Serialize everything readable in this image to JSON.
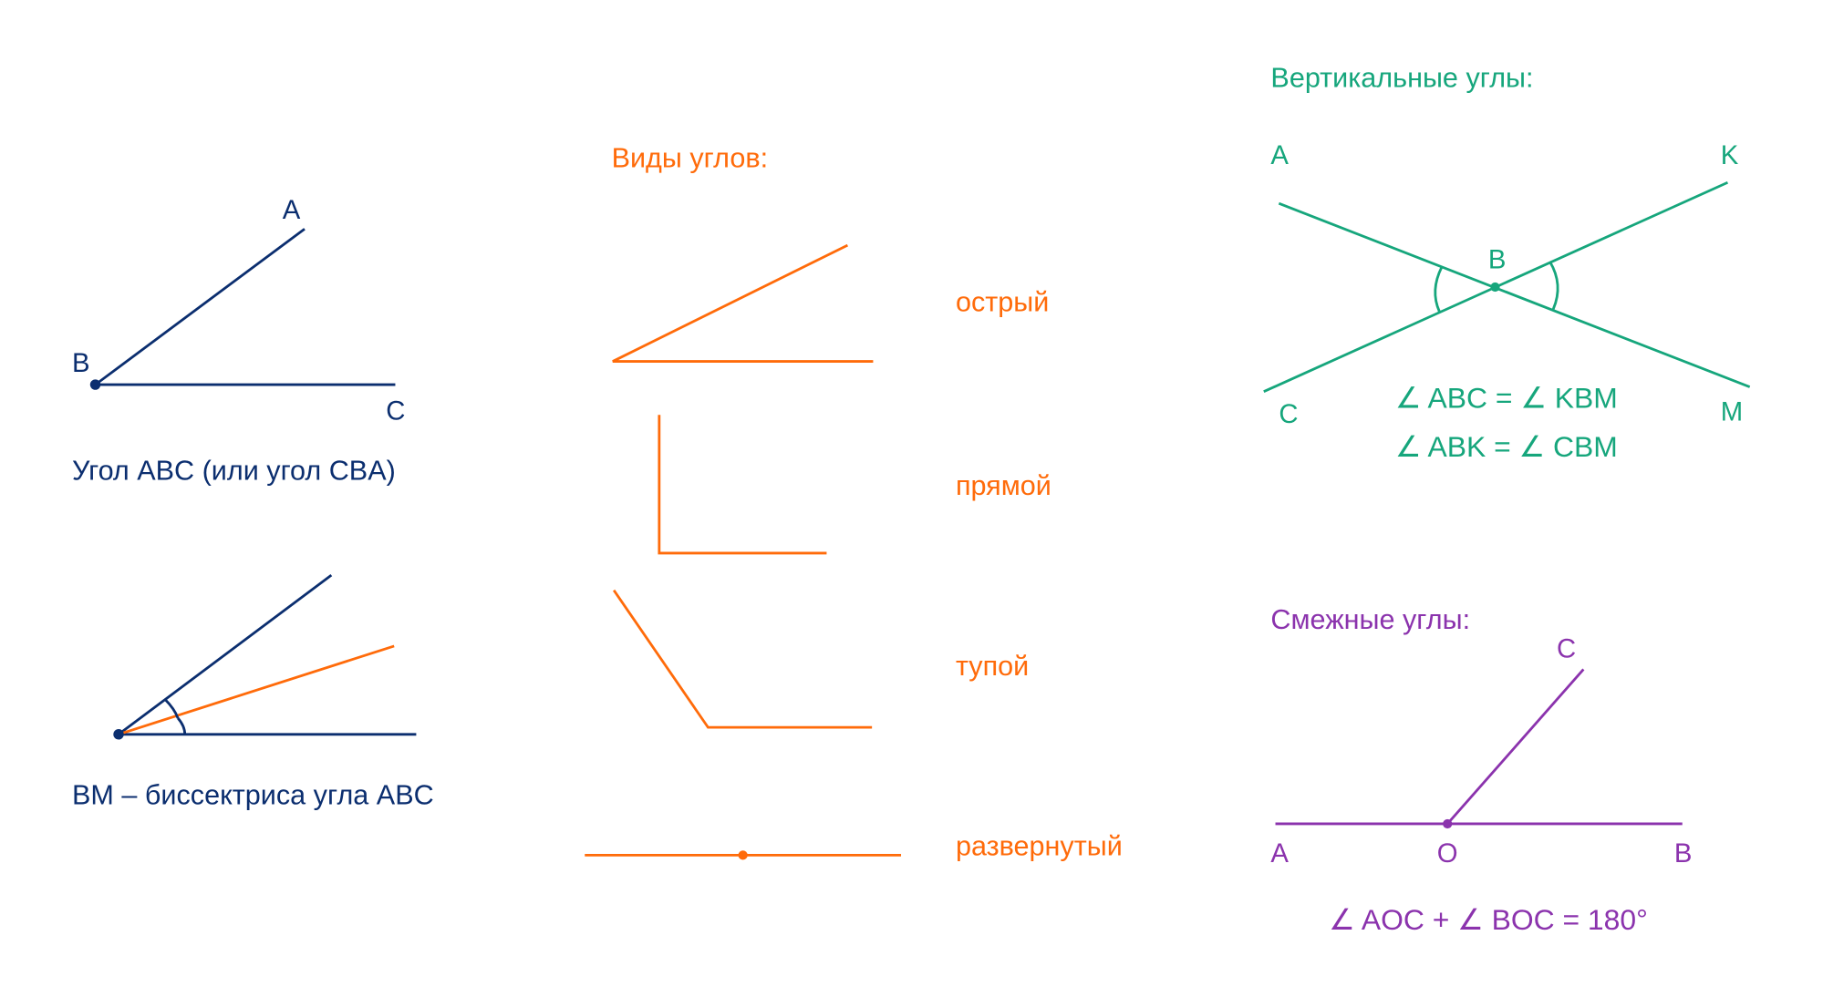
{
  "colors": {
    "navy": "#0b2e6f",
    "orange": "#ff6b0a",
    "green": "#16a67c",
    "purple": "#8b33ad"
  },
  "angle_abc": {
    "A": "A",
    "B": "B",
    "C": "C",
    "caption": "Угол ABC (или угол CBA)"
  },
  "bisector": {
    "caption": "BM – биссектриса угла ABC"
  },
  "types": {
    "title": "Виды углов:",
    "acute": "острый",
    "right": "прямой",
    "obtuse": "тупой",
    "straight": "развернутый"
  },
  "vertical": {
    "title": "Вертикальные углы:",
    "A": "A",
    "K": "K",
    "B": "B",
    "C": "C",
    "M": "M",
    "eq1": "∠ ABC = ∠ KBM",
    "eq2": "∠ ABK = ∠ CBM"
  },
  "adjacent": {
    "title": "Смежные  углы:",
    "C": "C",
    "A": "A",
    "O": "O",
    "B": "B",
    "eq": "∠ AOC + ∠ BOC = 180°"
  }
}
